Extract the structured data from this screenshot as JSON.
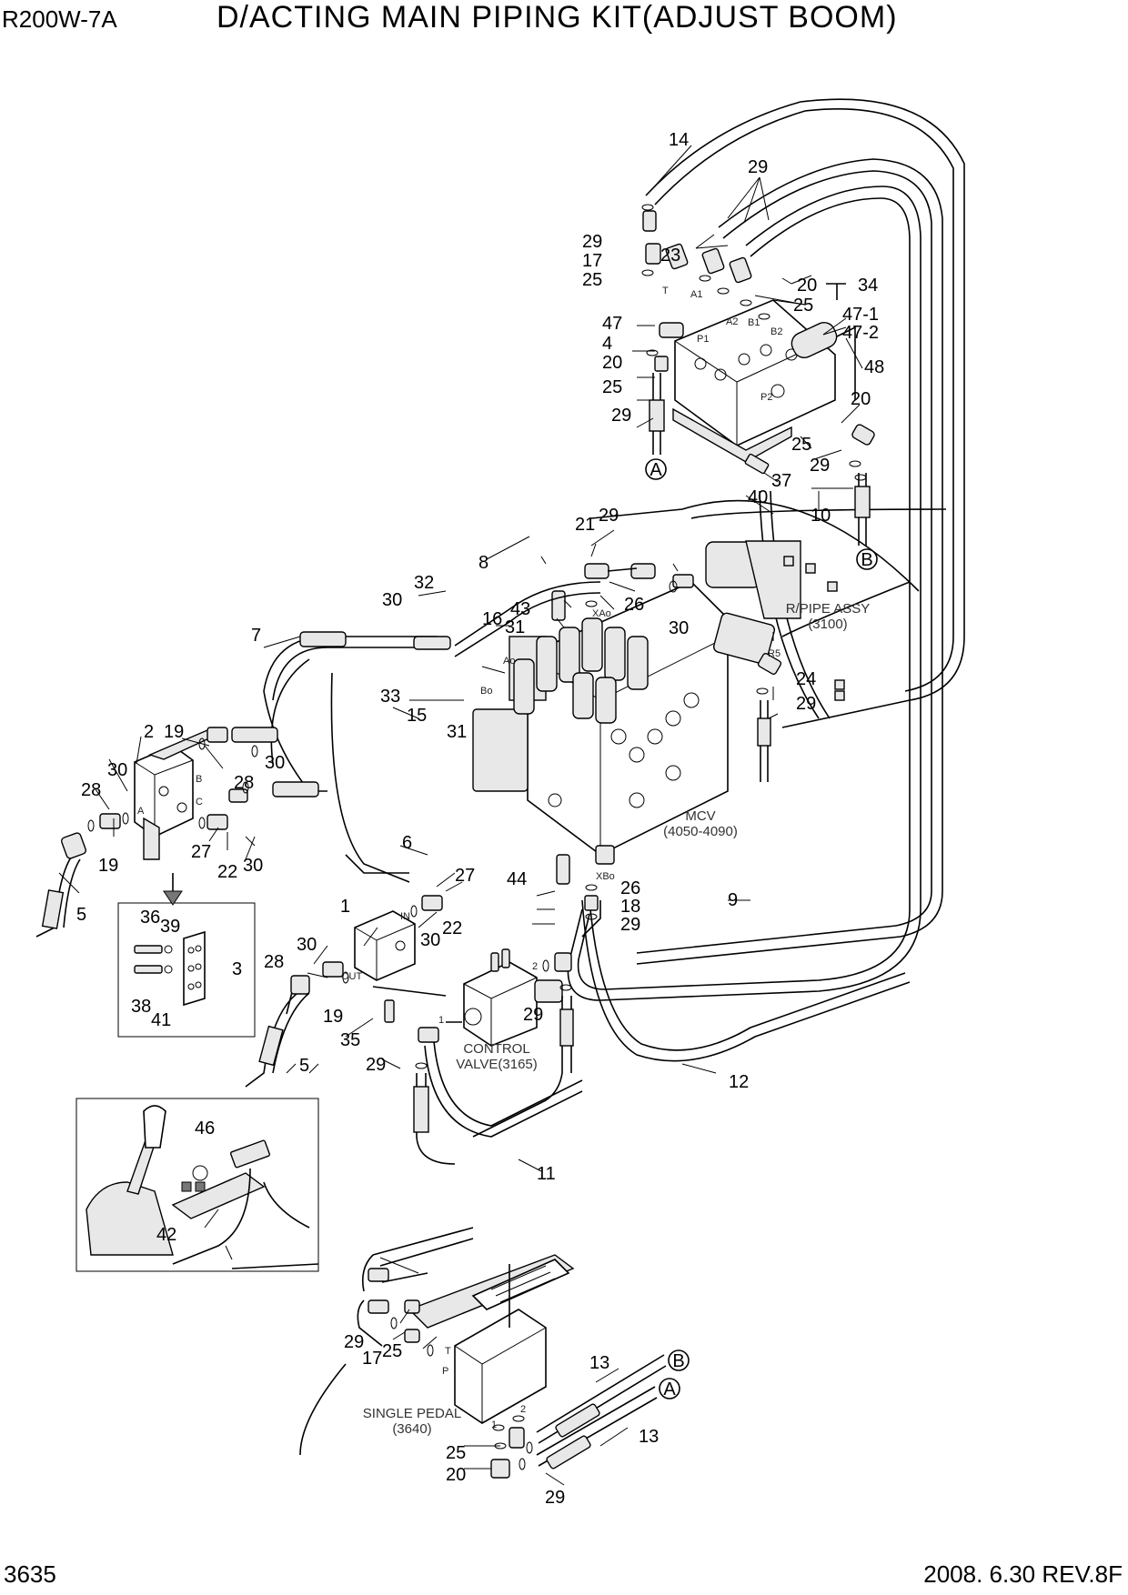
{
  "header": {
    "model": "R200W-7A",
    "title": "D/ACTING MAIN PIPING KIT(ADJUST BOOM)"
  },
  "footer": {
    "page_number": "3635",
    "revision": "2008. 6.30  REV.8F"
  },
  "captions": {
    "rpipe_assy_1": "R/PIPE ASSY",
    "rpipe_assy_2": "(3100)",
    "mcv_1": "MCV",
    "mcv_2": "(4050-4090)",
    "control_valve_1": "CONTROL",
    "control_valve_2": "VALVE(3165)",
    "single_pedal_1": "SINGLE PEDAL",
    "single_pedal_2": "(3640)"
  },
  "port_labels": [
    "T",
    "A1",
    "A2",
    "B1",
    "B2",
    "P1",
    "P2",
    "XAo",
    "XBo",
    "Ao",
    "Bo",
    "R5",
    "A",
    "B",
    "C",
    "IN",
    "OUT",
    "1",
    "2",
    "T",
    "P",
    "1",
    "2"
  ],
  "connector_markers": [
    "A",
    "B",
    "B",
    "A"
  ],
  "part_callouts": [
    "14",
    "29",
    "29",
    "17",
    "23",
    "25",
    "20",
    "34",
    "25",
    "47-1",
    "47-2",
    "48",
    "20",
    "25",
    "29",
    "47",
    "4",
    "20",
    "25",
    "29",
    "37",
    "40",
    "21",
    "29",
    "10",
    "8",
    "32",
    "43",
    "26",
    "30",
    "16",
    "31",
    "7",
    "30",
    "33",
    "15",
    "31",
    "24",
    "29",
    "2",
    "19",
    "30",
    "28",
    "30",
    "28",
    "19",
    "27",
    "22",
    "30",
    "5",
    "36",
    "39",
    "3",
    "38",
    "41",
    "6",
    "27",
    "44",
    "26",
    "18",
    "29",
    "9",
    "1",
    "30",
    "22",
    "30",
    "28",
    "19",
    "35",
    "5",
    "29",
    "29",
    "12",
    "11",
    "46",
    "42",
    "29",
    "17",
    "25",
    "13",
    "13",
    "25",
    "20",
    "29"
  ]
}
